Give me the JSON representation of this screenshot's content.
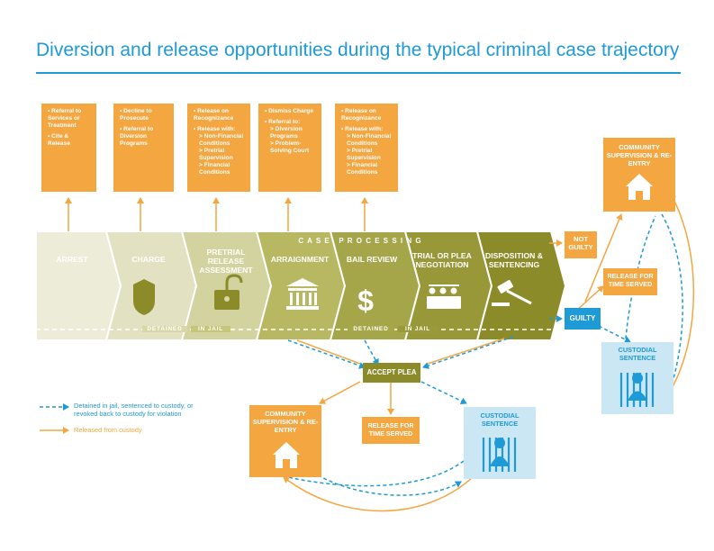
{
  "title": "Diversion and release opportunities during the typical criminal case trajectory",
  "colors": {
    "accent_blue": "#1e9ad6",
    "orange": "#f4a641",
    "olive_dark": "#8b8b29",
    "light_blue": "#cbe7f4"
  },
  "top_boxes": [
    {
      "items": [
        {
          "text": "• Referral to Services or Treatment"
        },
        {
          "text": "• Cite & Release"
        }
      ]
    },
    {
      "items": [
        {
          "text": "• Decline to Prosecute"
        },
        {
          "text": "• Referral to Diversion Programs"
        }
      ]
    },
    {
      "items": [
        {
          "text": "• Release on Recognizance"
        },
        {
          "text": "• Release with:",
          "subs": [
            "> Non-Financial Conditions",
            "> Pretrial Supervision",
            "> Financial Conditions"
          ]
        }
      ]
    },
    {
      "items": [
        {
          "text": "• Dismiss Charge"
        },
        {
          "text": "• Referral to:",
          "subs": [
            "> Diversion Programs",
            "> Problem-Solving Court"
          ]
        }
      ]
    },
    {
      "items": [
        {
          "text": "• Release on Recognizance"
        },
        {
          "text": "• Release with:",
          "subs": [
            "> Non-Financial Conditions",
            "> Pretrial Supervision",
            "> Financial Conditions"
          ]
        }
      ]
    }
  ],
  "stages": [
    {
      "label": "ARREST",
      "icon": "none"
    },
    {
      "label": "CHARGE",
      "icon": "police-badge-icon"
    },
    {
      "label": "PRETRIAL RELEASE ASSESSMENT",
      "icon": "unlocked-padlock-icon"
    },
    {
      "label": "ARRAIGNMENT",
      "icon": "courthouse-icon"
    },
    {
      "label": "BAIL REVIEW",
      "icon": "dollar-sign-icon"
    },
    {
      "label": "TRIAL OR PLEA NEGOTIATION",
      "icon": "jury-box-icon"
    },
    {
      "label": "DISPOSITION & SENTENCING",
      "icon": "gavel-icon"
    }
  ],
  "case_processing_label": "C A S E   P R O C E S S I N G",
  "detained_labels": [
    "DETAINED",
    "IN JAIL",
    "DETAINED",
    "IN JAIL"
  ],
  "outcomes": {
    "not_guilty": "NOT GUILTY",
    "guilty": "GUILTY",
    "release_time_served_right": "RELEASE FOR TIME SERVED",
    "community_right": "COMMUNITY SUPERVISION & RE-ENTRY",
    "custodial_right": "CUSTODIAL SENTENCE",
    "accept_plea": "ACCEPT PLEA",
    "community_bottom": "COMMUNITY SUPERVISION & RE-ENTRY",
    "release_time_served_bottom": "RELEASE FOR TIME SERVED",
    "custodial_bottom": "CUSTODIAL SENTENCE"
  },
  "legend": {
    "dashed": "Detained in jail, sentenced to custody, or revoked back to custody for violation",
    "solid": "Released from custody"
  }
}
